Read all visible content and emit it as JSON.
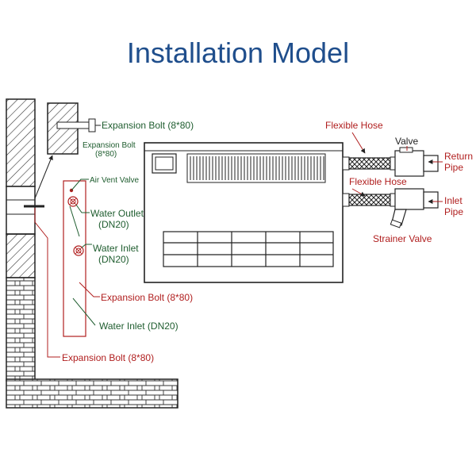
{
  "title": "Installation Model",
  "colors": {
    "title": "#1f4e8c",
    "red_labels": "#b01e1e",
    "green_labels": "#1f5d2f",
    "lines": "#222222"
  },
  "labels": {
    "expansion_bolt_top": "Expansion Bolt (8*80)",
    "expansion_bolt_small_1": "Expansion Bolt",
    "expansion_bolt_small_2": "(8*80)",
    "air_vent_valve": "Air Vent Valve",
    "water_outlet_1": "Water Outlet",
    "water_outlet_2": "(DN20)",
    "water_inlet_1": "Water Inlet",
    "water_inlet_2": "(DN20)",
    "expansion_bolt_mid": "Expansion Bolt (8*80)",
    "water_inlet_bottom": "Water Inlet (DN20)",
    "expansion_bolt_bottom": "Expansion Bolt (8*80)",
    "flexible_hose_top": "Flexible Hose",
    "valve": "Valve",
    "return_pipe_1": "Return",
    "return_pipe_2": "Pipe",
    "flexible_hose_bottom": "Flexible Hose",
    "inlet_pipe_1": "Inlet",
    "inlet_pipe_2": "Pipe",
    "strainer_valve": "Strainer Valve"
  }
}
